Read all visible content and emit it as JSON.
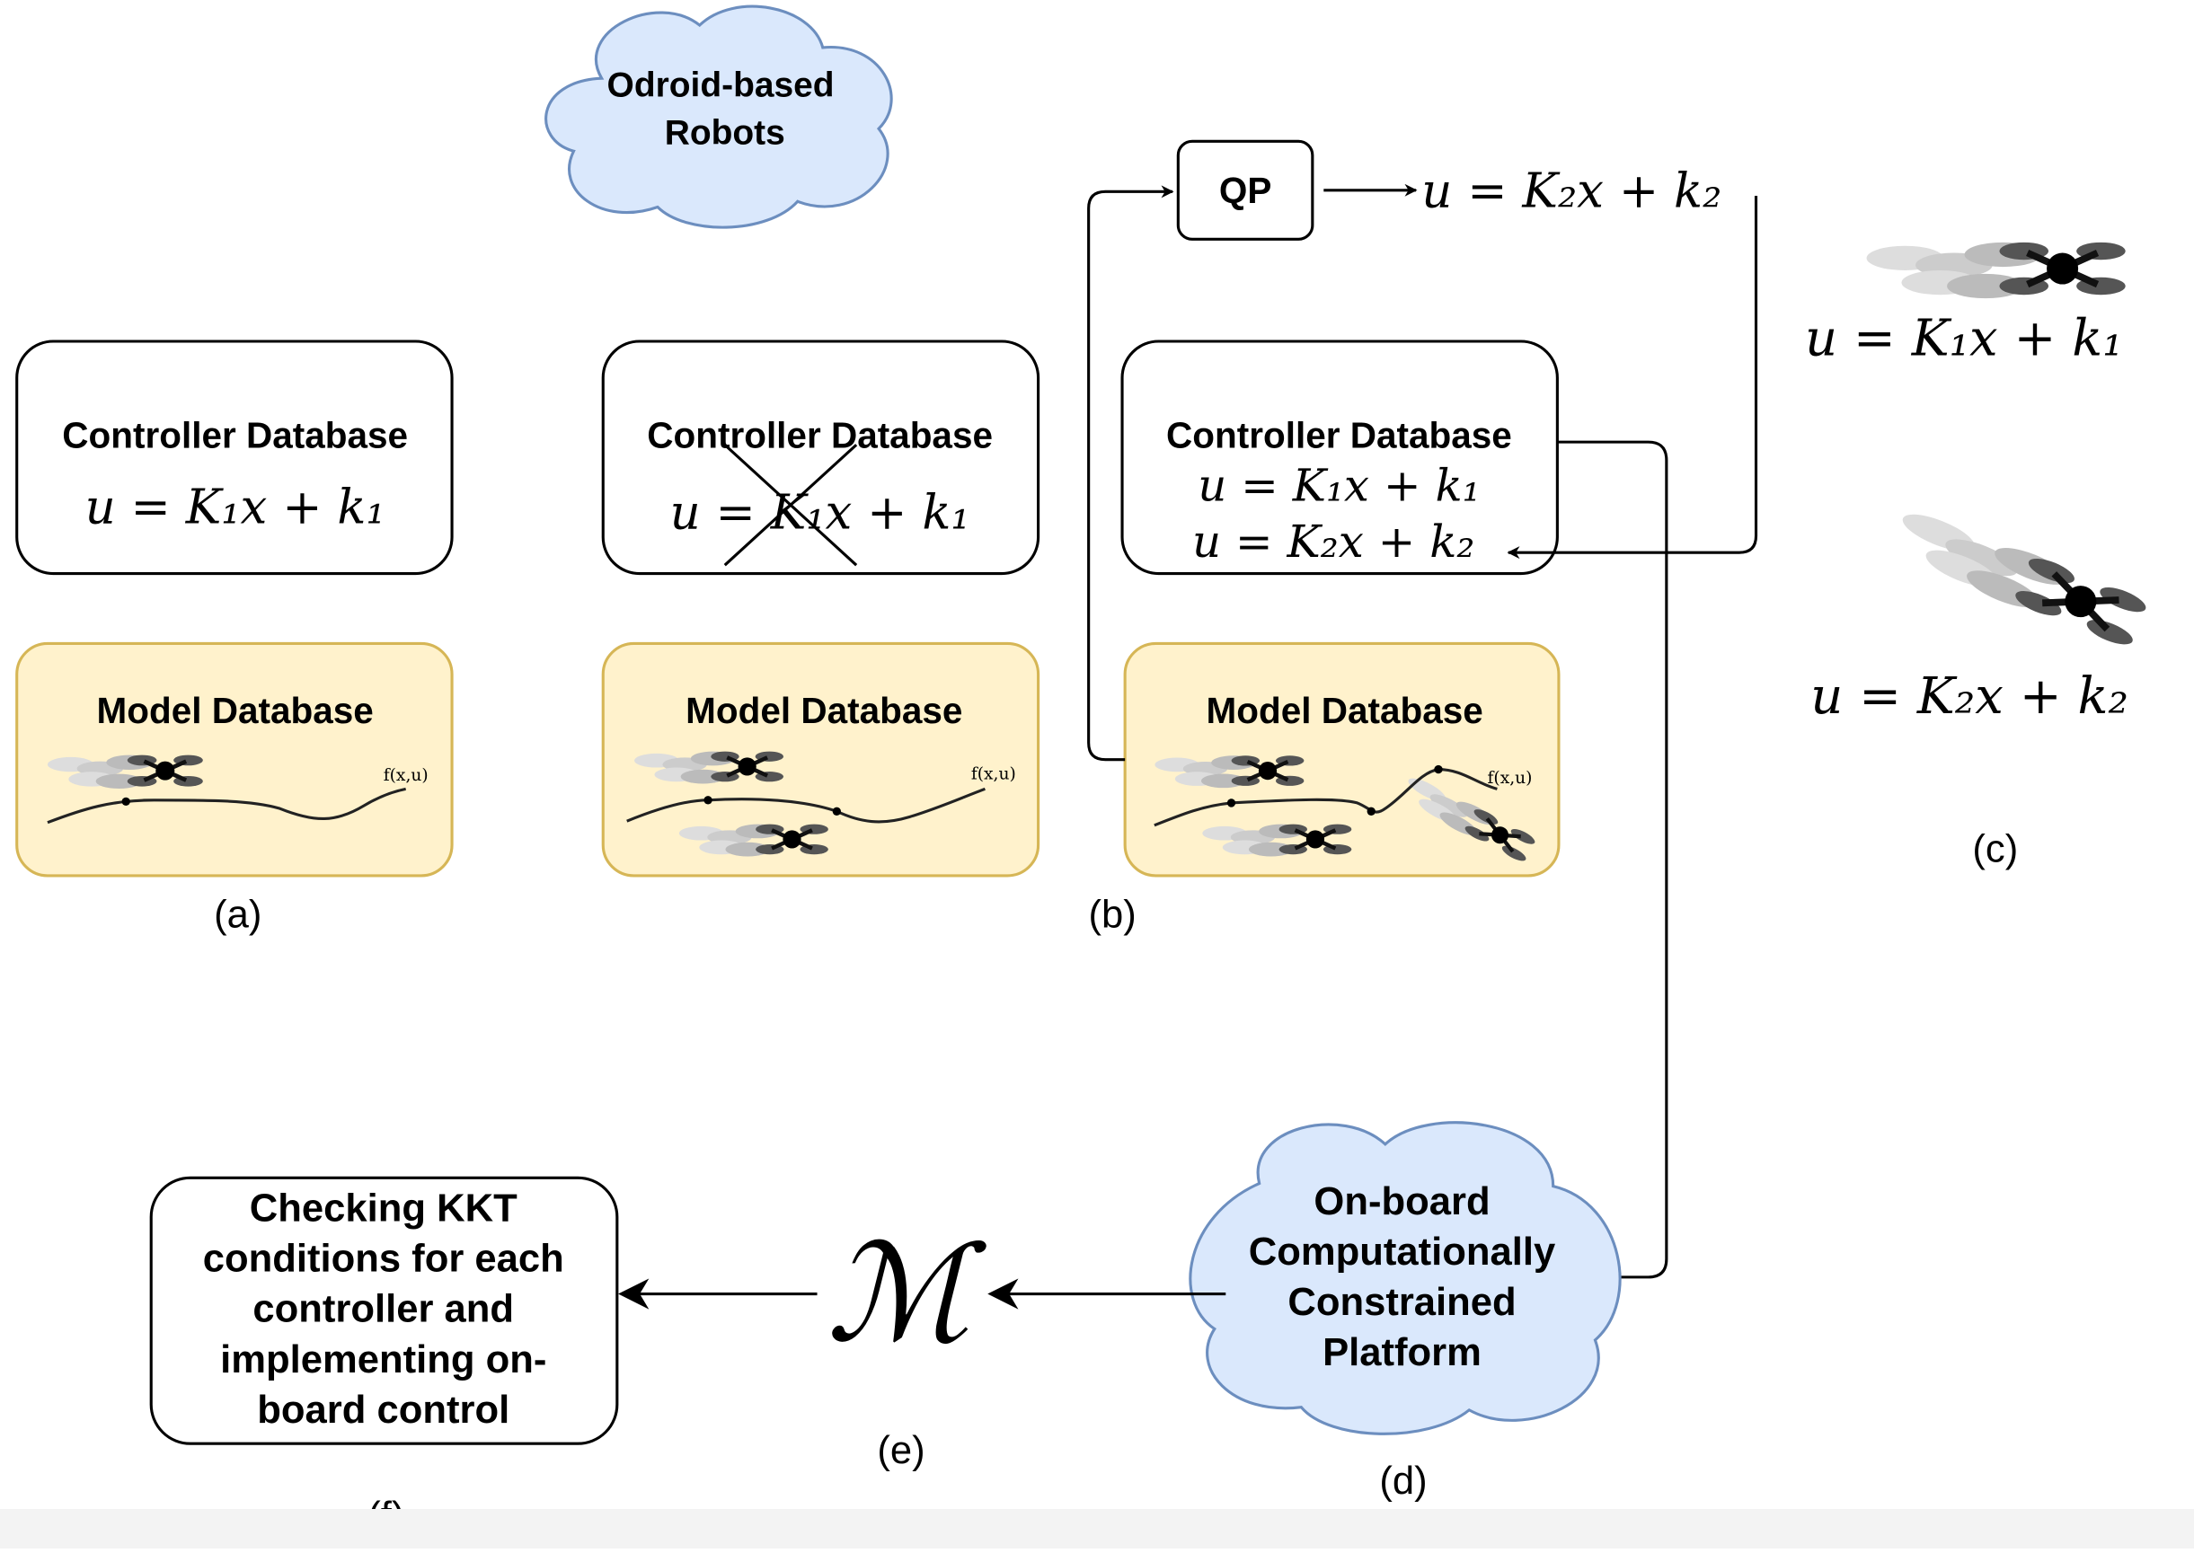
{
  "cloud_top": {
    "line1": "Odroid-based",
    "line2": "Robots"
  },
  "qp_label": "QP",
  "panel_a": {
    "controller_title": "Controller Database",
    "controller_eq": "u = K₁x + k₁",
    "model_title": "Model Database",
    "curve_label": "f(x,u)",
    "caption": "(a)"
  },
  "panel_b": {
    "controller_title": "Controller Database",
    "controller_eq": "u = K₁x + k₁",
    "model_title": "Model Database",
    "curve_label": "f(x,u)",
    "caption": "(b)"
  },
  "panel_b2": {
    "controller_title": "Controller Database",
    "controller_eq1": "u = K₁x + k₁",
    "controller_eq2": "u = K₂x + k₂",
    "model_title": "Model Database",
    "curve_label": "f(x,u)"
  },
  "qp_output_eq": "u = K₂x + k₂",
  "panel_c": {
    "eq1": "u = K₁x + k₁",
    "eq2": "u = K₂x + k₂",
    "caption": "(c)"
  },
  "panel_d": {
    "cloud_lines": [
      "On-board",
      "Computationally",
      "Constrained",
      "Platform"
    ],
    "caption": "(d)"
  },
  "panel_e": {
    "symbol": "ℳ",
    "caption": "(e)"
  },
  "panel_f": {
    "box_lines": [
      "Checking KKT",
      "conditions for each",
      "controller and",
      "implementing on-",
      "board control"
    ],
    "caption": "(f)"
  },
  "colors": {
    "cloud_fill": "#dae8fc",
    "cloud_stroke": "#6c8ebf",
    "model_fill": "#fff2cc",
    "model_stroke": "#d6b656",
    "line": "#000000"
  }
}
